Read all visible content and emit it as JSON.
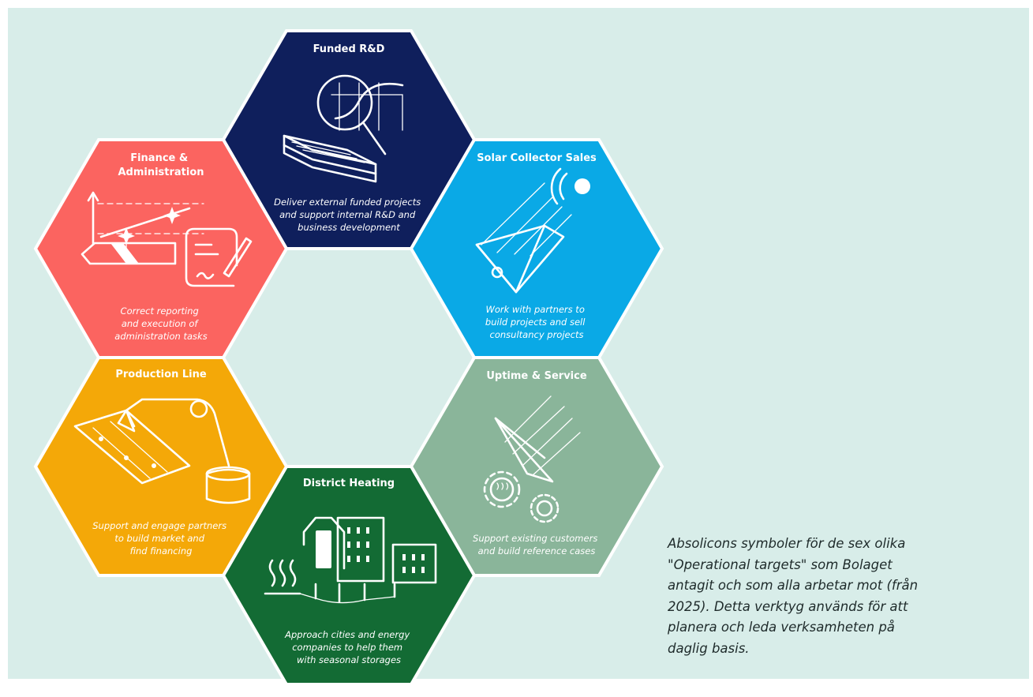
{
  "colors": {
    "background": "#d8ede9",
    "funded_rd": "#0f1f5c",
    "solar_sales": "#0aa9e6",
    "uptime": "#8ab59a",
    "district_heating": "#136b34",
    "production_line": "#f4a808",
    "finance": "#fb6460"
  },
  "hexagons": [
    {
      "id": "funded-rd",
      "title": [
        "Funded R&D"
      ],
      "description": [
        "Deliver external funded projects",
        "and support internal R&D and",
        "business development"
      ],
      "icon": "magnifier-report-icon"
    },
    {
      "id": "solar-collector-sales",
      "title": [
        "Solar Collector Sales"
      ],
      "description": [
        "Work with partners to",
        "build projects and sell",
        "consultancy projects"
      ],
      "icon": "solar-collector-icon"
    },
    {
      "id": "uptime-service",
      "title": [
        "Uptime & Service"
      ],
      "description": [
        "Support existing customers",
        "and build reference cases"
      ],
      "icon": "collector-gears-icon"
    },
    {
      "id": "district-heating",
      "title": [
        "District Heating"
      ],
      "description": [
        "Approach cities and energy",
        "companies to help them",
        "with seasonal storages"
      ],
      "icon": "city-buildings-icon"
    },
    {
      "id": "production-line",
      "title": [
        "Production Line"
      ],
      "description": [
        "Support and engage partners",
        "to build market and",
        "find financing"
      ],
      "icon": "robot-arm-icon"
    },
    {
      "id": "finance-administration",
      "title": [
        "Finance &",
        "Administration"
      ],
      "description": [
        "Correct reporting",
        "and execution of",
        "administration tasks"
      ],
      "icon": "chart-document-icon"
    }
  ],
  "caption": [
    "Absolicons symboler för de sex olika",
    "\"Operational targets\" som Bolaget",
    "antagit och som alla arbetar mot (från",
    "2025). Detta verktyg används för att",
    "planera och leda verksamheten på",
    "daglig basis."
  ]
}
